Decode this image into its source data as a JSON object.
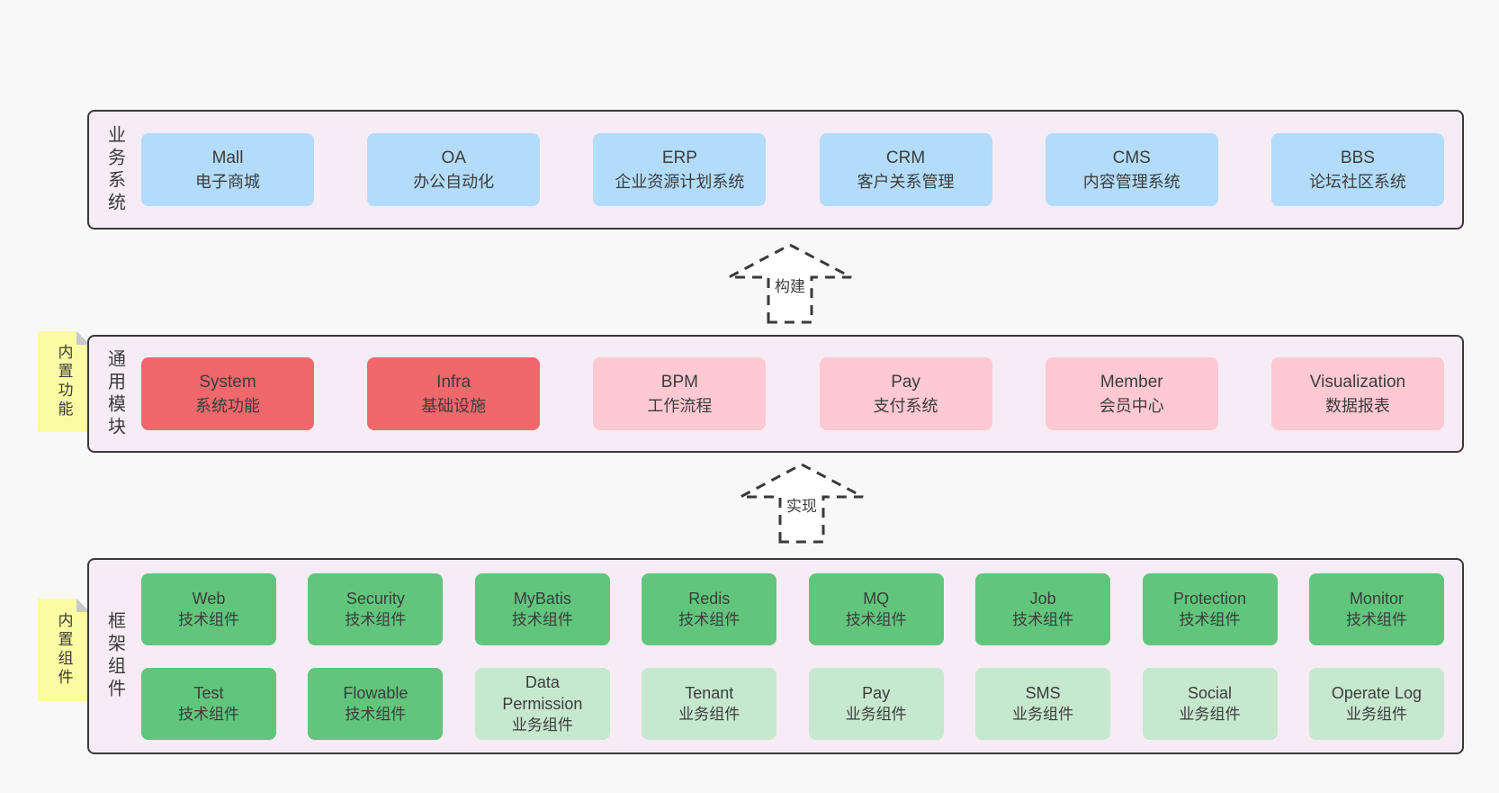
{
  "colors": {
    "page_bg": "#f8f8f8",
    "band_bg": "#f6ecf5",
    "band_border": "#3a3a3a",
    "box_blue": "#b3dcfa",
    "box_red": "#ef686c",
    "box_pink": "#ffc9d2",
    "box_green": "#61c57c",
    "box_green_light": "#c6e8ce",
    "note_yellow": "#fbfba3",
    "text": "#3c3c3c"
  },
  "arrows": [
    {
      "label": "构建"
    },
    {
      "label": "实现"
    }
  ],
  "bands": [
    {
      "label": "业务系统",
      "boxes": [
        {
          "en": "Mall",
          "cn": "电子商城"
        },
        {
          "en": "OA",
          "cn": "办公自动化"
        },
        {
          "en": "ERP",
          "cn": "企业资源计划系统"
        },
        {
          "en": "CRM",
          "cn": "客户关系管理"
        },
        {
          "en": "CMS",
          "cn": "内容管理系统"
        },
        {
          "en": "BBS",
          "cn": "论坛社区系统"
        }
      ]
    },
    {
      "label": "通用模块",
      "note": "内置功能",
      "boxes": [
        {
          "en": "System",
          "cn": "系统功能"
        },
        {
          "en": "Infra",
          "cn": "基础设施"
        },
        {
          "en": "BPM",
          "cn": "工作流程"
        },
        {
          "en": "Pay",
          "cn": "支付系统"
        },
        {
          "en": "Member",
          "cn": "会员中心"
        },
        {
          "en": "Visualization",
          "cn": "数据报表"
        }
      ]
    },
    {
      "label": "框架组件",
      "note": "内置组件",
      "rows": [
        [
          {
            "en": "Web",
            "cn": "技术组件"
          },
          {
            "en": "Security",
            "cn": "技术组件"
          },
          {
            "en": "MyBatis",
            "cn": "技术组件"
          },
          {
            "en": "Redis",
            "cn": "技术组件"
          },
          {
            "en": "MQ",
            "cn": "技术组件"
          },
          {
            "en": "Job",
            "cn": "技术组件"
          },
          {
            "en": "Protection",
            "cn": "技术组件"
          },
          {
            "en": "Monitor",
            "cn": "技术组件"
          }
        ],
        [
          {
            "en": "Test",
            "cn": "技术组件"
          },
          {
            "en": "Flowable",
            "cn": "技术组件"
          },
          {
            "en": "Data Permission",
            "cn": "业务组件"
          },
          {
            "en": "Tenant",
            "cn": "业务组件"
          },
          {
            "en": "Pay",
            "cn": "业务组件"
          },
          {
            "en": "SMS",
            "cn": "业务组件"
          },
          {
            "en": "Social",
            "cn": "业务组件"
          },
          {
            "en": "Operate Log",
            "cn": "业务组件"
          }
        ]
      ]
    }
  ]
}
